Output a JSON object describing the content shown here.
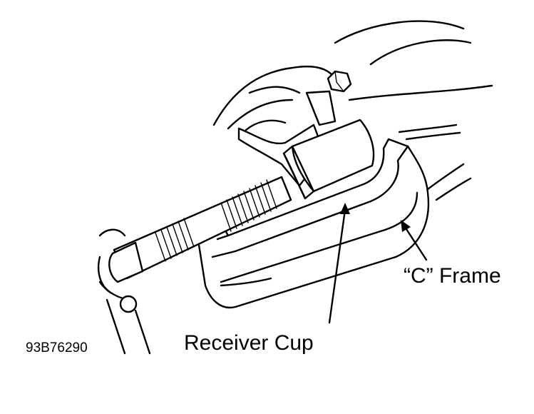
{
  "labels": {
    "receiver_cup": "Receiver Cup",
    "c_frame": "“C” Frame",
    "figure_id": "93B76290"
  },
  "colors": {
    "ink": "#000000",
    "background": "#ffffff"
  }
}
